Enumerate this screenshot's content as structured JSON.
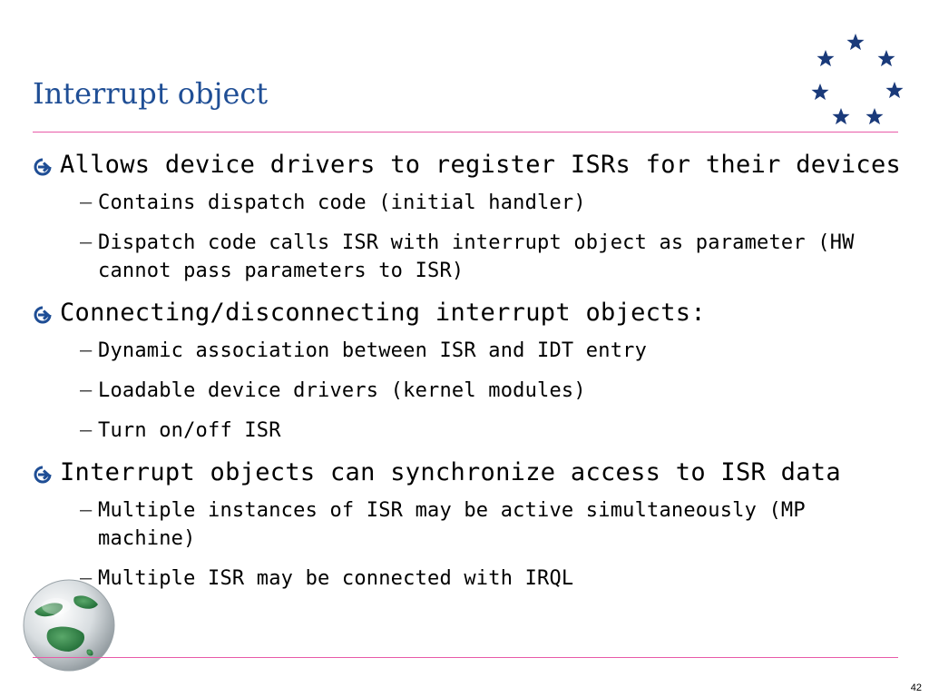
{
  "slide": {
    "title": "Interrupt object",
    "page_number": "42"
  },
  "bullets": [
    {
      "text": "Allows device drivers to register ISRs for their devices",
      "subs": [
        "Contains dispatch code (initial handler)",
        "Dispatch code calls ISR with interrupt object as parameter (HW cannot pass parameters to ISR)"
      ]
    },
    {
      "text": "Connecting/disconnecting interrupt objects:",
      "subs": [
        "Dynamic association between ISR and IDT entry",
        "Loadable device drivers (kernel modules)",
        "Turn on/off ISR"
      ]
    },
    {
      "text": "Interrupt objects can synchronize access to ISR data",
      "subs": [
        "Multiple instances of ISR may be active simultaneously (MP machine)",
        "Multiple ISR may be connected with IRQL"
      ]
    }
  ],
  "decorations": {
    "stars_icon": "eu-stars-ring-icon",
    "globe_icon": "globe-icon",
    "bullet_icon": "circled-arrow-icon",
    "sub_marker": "–"
  },
  "colors": {
    "title": "#1f4e95",
    "rule": "#e85aa8",
    "bullet_arrow": "#1f4e95",
    "stars": "#1a3a7a"
  }
}
